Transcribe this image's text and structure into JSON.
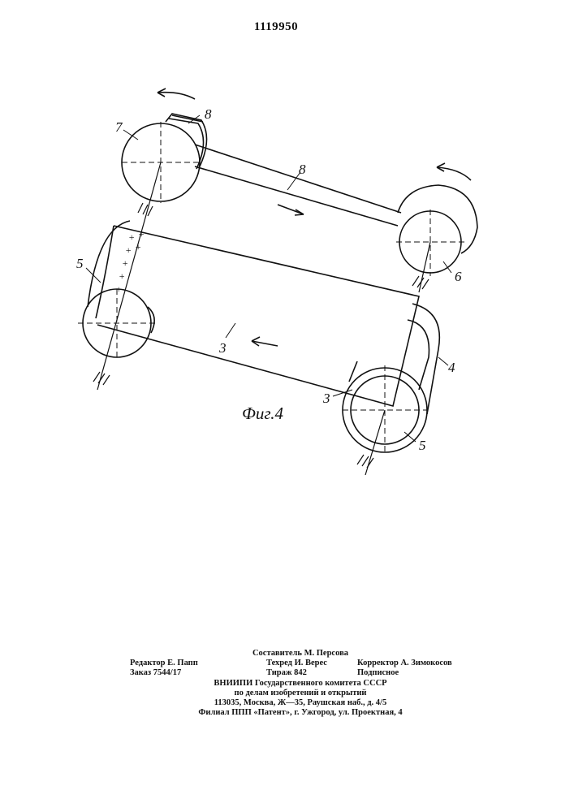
{
  "page_number": "1119950",
  "figure": {
    "caption": "Фиг.4",
    "labels": {
      "drum_7": "7",
      "tape_8_on_drum": "8",
      "belt_8": "8",
      "roller_6": "6",
      "roller_5_left": "5",
      "belt_3_bottom": "3",
      "belt_4": "4",
      "roller_3_right": "3",
      "roller_5_right": "5"
    }
  },
  "imprint": {
    "compiler": "Составитель М. Персова",
    "editor": "Редактор Е. Папп",
    "techred": "Техред И. Верес",
    "corrector": "Корректор А. Зимокосов",
    "order": "Заказ 7544/17",
    "circulation": "Тираж 842",
    "subscription": "Подписное",
    "org_line1": "ВНИИПИ Государственного комитета СССР",
    "org_line2": "по делам изобретений и открытий",
    "address": "113035, Москва, Ж—35, Раушская наб., д. 4/5",
    "branch": "Филиал ППП «Патент», г. Ужгород, ул. Проектная, 4"
  }
}
